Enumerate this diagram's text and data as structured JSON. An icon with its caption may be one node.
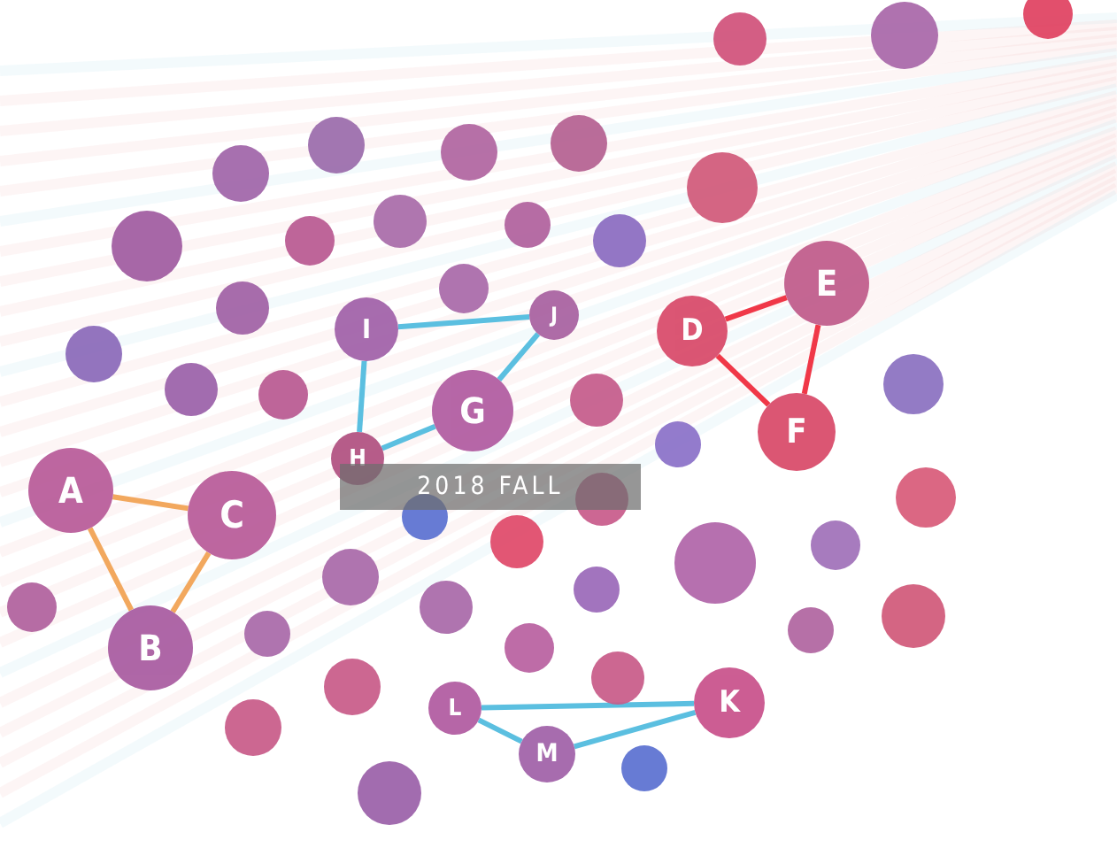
{
  "diagram": {
    "nodes": [
      {
        "text": [],
        "shape": "circle"
      },
      {
        "text": [],
        "shape": "circle"
      },
      {
        "text": [],
        "shape": "circle"
      },
      {
        "text": [],
        "shape": "circle"
      },
      {
        "text": [],
        "shape": "circle"
      },
      {
        "text": [],
        "shape": "circle"
      },
      {
        "text": [],
        "shape": "circle"
      },
      {
        "text": [],
        "shape": "circle"
      },
      {
        "text": [],
        "shape": "circle"
      },
      {
        "text": [],
        "shape": "circle"
      },
      {
        "text": [],
        "shape": "circle"
      },
      {
        "text": [],
        "shape": "circle"
      },
      {
        "text": [],
        "shape": "circle"
      },
      {
        "text": [
          "E"
        ]
      },
      {
        "text": [],
        "shape": "circle"
      },
      {
        "text": [],
        "shape": "circle"
      },
      {
        "text": [
          "I"
        ]
      },
      {
        "text": [
          "J"
        ]
      },
      {
        "text": [
          "D"
        ]
      },
      {
        "text": [],
        "shape": "circle"
      },
      {
        "text": [],
        "shape": "circle"
      },
      {
        "text": [],
        "shape": "circle"
      },
      {
        "text": [
          "G"
        ]
      },
      {
        "text": [],
        "shape": "circle"
      },
      {
        "text": [],
        "shape": "circle"
      },
      {
        "text": [
          "F"
        ]
      },
      {
        "text": [],
        "shape": "circle"
      },
      {
        "text": [
          "H"
        ]
      },
      {
        "text": [
          "A"
        ]
      },
      {
        "text": [
          "C"
        ]
      },
      {
        "text": [],
        "shape": "circle"
      },
      {
        "text": [],
        "shape": "circle"
      },
      {
        "text": [],
        "shape": "circle"
      },
      {
        "text": [],
        "shape": "circle"
      },
      {
        "text": [],
        "shape": "circle"
      },
      {
        "text": [],
        "shape": "circle"
      },
      {
        "text": [],
        "shape": "circle"
      },
      {
        "text": [],
        "shape": "circle"
      },
      {
        "text": [],
        "shape": "circle"
      },
      {
        "text": [],
        "shape": "circle"
      },
      {
        "text": [],
        "shape": "circle"
      },
      {
        "text": [],
        "shape": "circle"
      },
      {
        "text": [],
        "shape": "circle"
      },
      {
        "text": [
          "B"
        ]
      },
      {
        "text": [],
        "shape": "circle"
      },
      {
        "text": [],
        "shape": "circle"
      },
      {
        "text": [],
        "shape": "circle"
      },
      {
        "text": [
          "K"
        ]
      },
      {
        "text": [
          "L"
        ]
      },
      {
        "text": [],
        "shape": "circle"
      },
      {
        "text": [
          "M"
        ]
      },
      {
        "text": [],
        "shape": "circle"
      },
      {
        "text": [],
        "shape": "circle"
      }
    ],
    "edges": [
      {
        "from": 28,
        "to": 29,
        "arrow": "none",
        "color": "#f2a85e"
      },
      {
        "from": 28,
        "to": 43,
        "arrow": "none",
        "color": "#f2a85e"
      },
      {
        "from": 43,
        "to": 29,
        "arrow": "none",
        "color": "#f2a85e"
      },
      {
        "from": 16,
        "to": 17,
        "arrow": "none",
        "color": "#5bbfe0"
      },
      {
        "from": 16,
        "to": 27,
        "arrow": "none",
        "color": "#5bbfe0"
      },
      {
        "from": 27,
        "to": 22,
        "arrow": "none",
        "color": "#5bbfe0"
      },
      {
        "from": 22,
        "to": 17,
        "arrow": "none",
        "color": "#5bbfe0"
      },
      {
        "from": 18,
        "to": 13,
        "arrow": "none",
        "color": "#f03848"
      },
      {
        "from": 13,
        "to": 25,
        "arrow": "none",
        "color": "#f03848"
      },
      {
        "from": 18,
        "to": 25,
        "arrow": "none",
        "color": "#f03848"
      },
      {
        "from": 48,
        "to": 47,
        "arrow": "none",
        "color": "#5bbfe0"
      },
      {
        "from": 48,
        "to": 50,
        "arrow": "none",
        "color": "#5bbfe0"
      },
      {
        "from": 50,
        "to": 47,
        "arrow": "none",
        "color": "#5bbfe0"
      }
    ],
    "labels": [
      "2018 FALL"
    ]
  }
}
